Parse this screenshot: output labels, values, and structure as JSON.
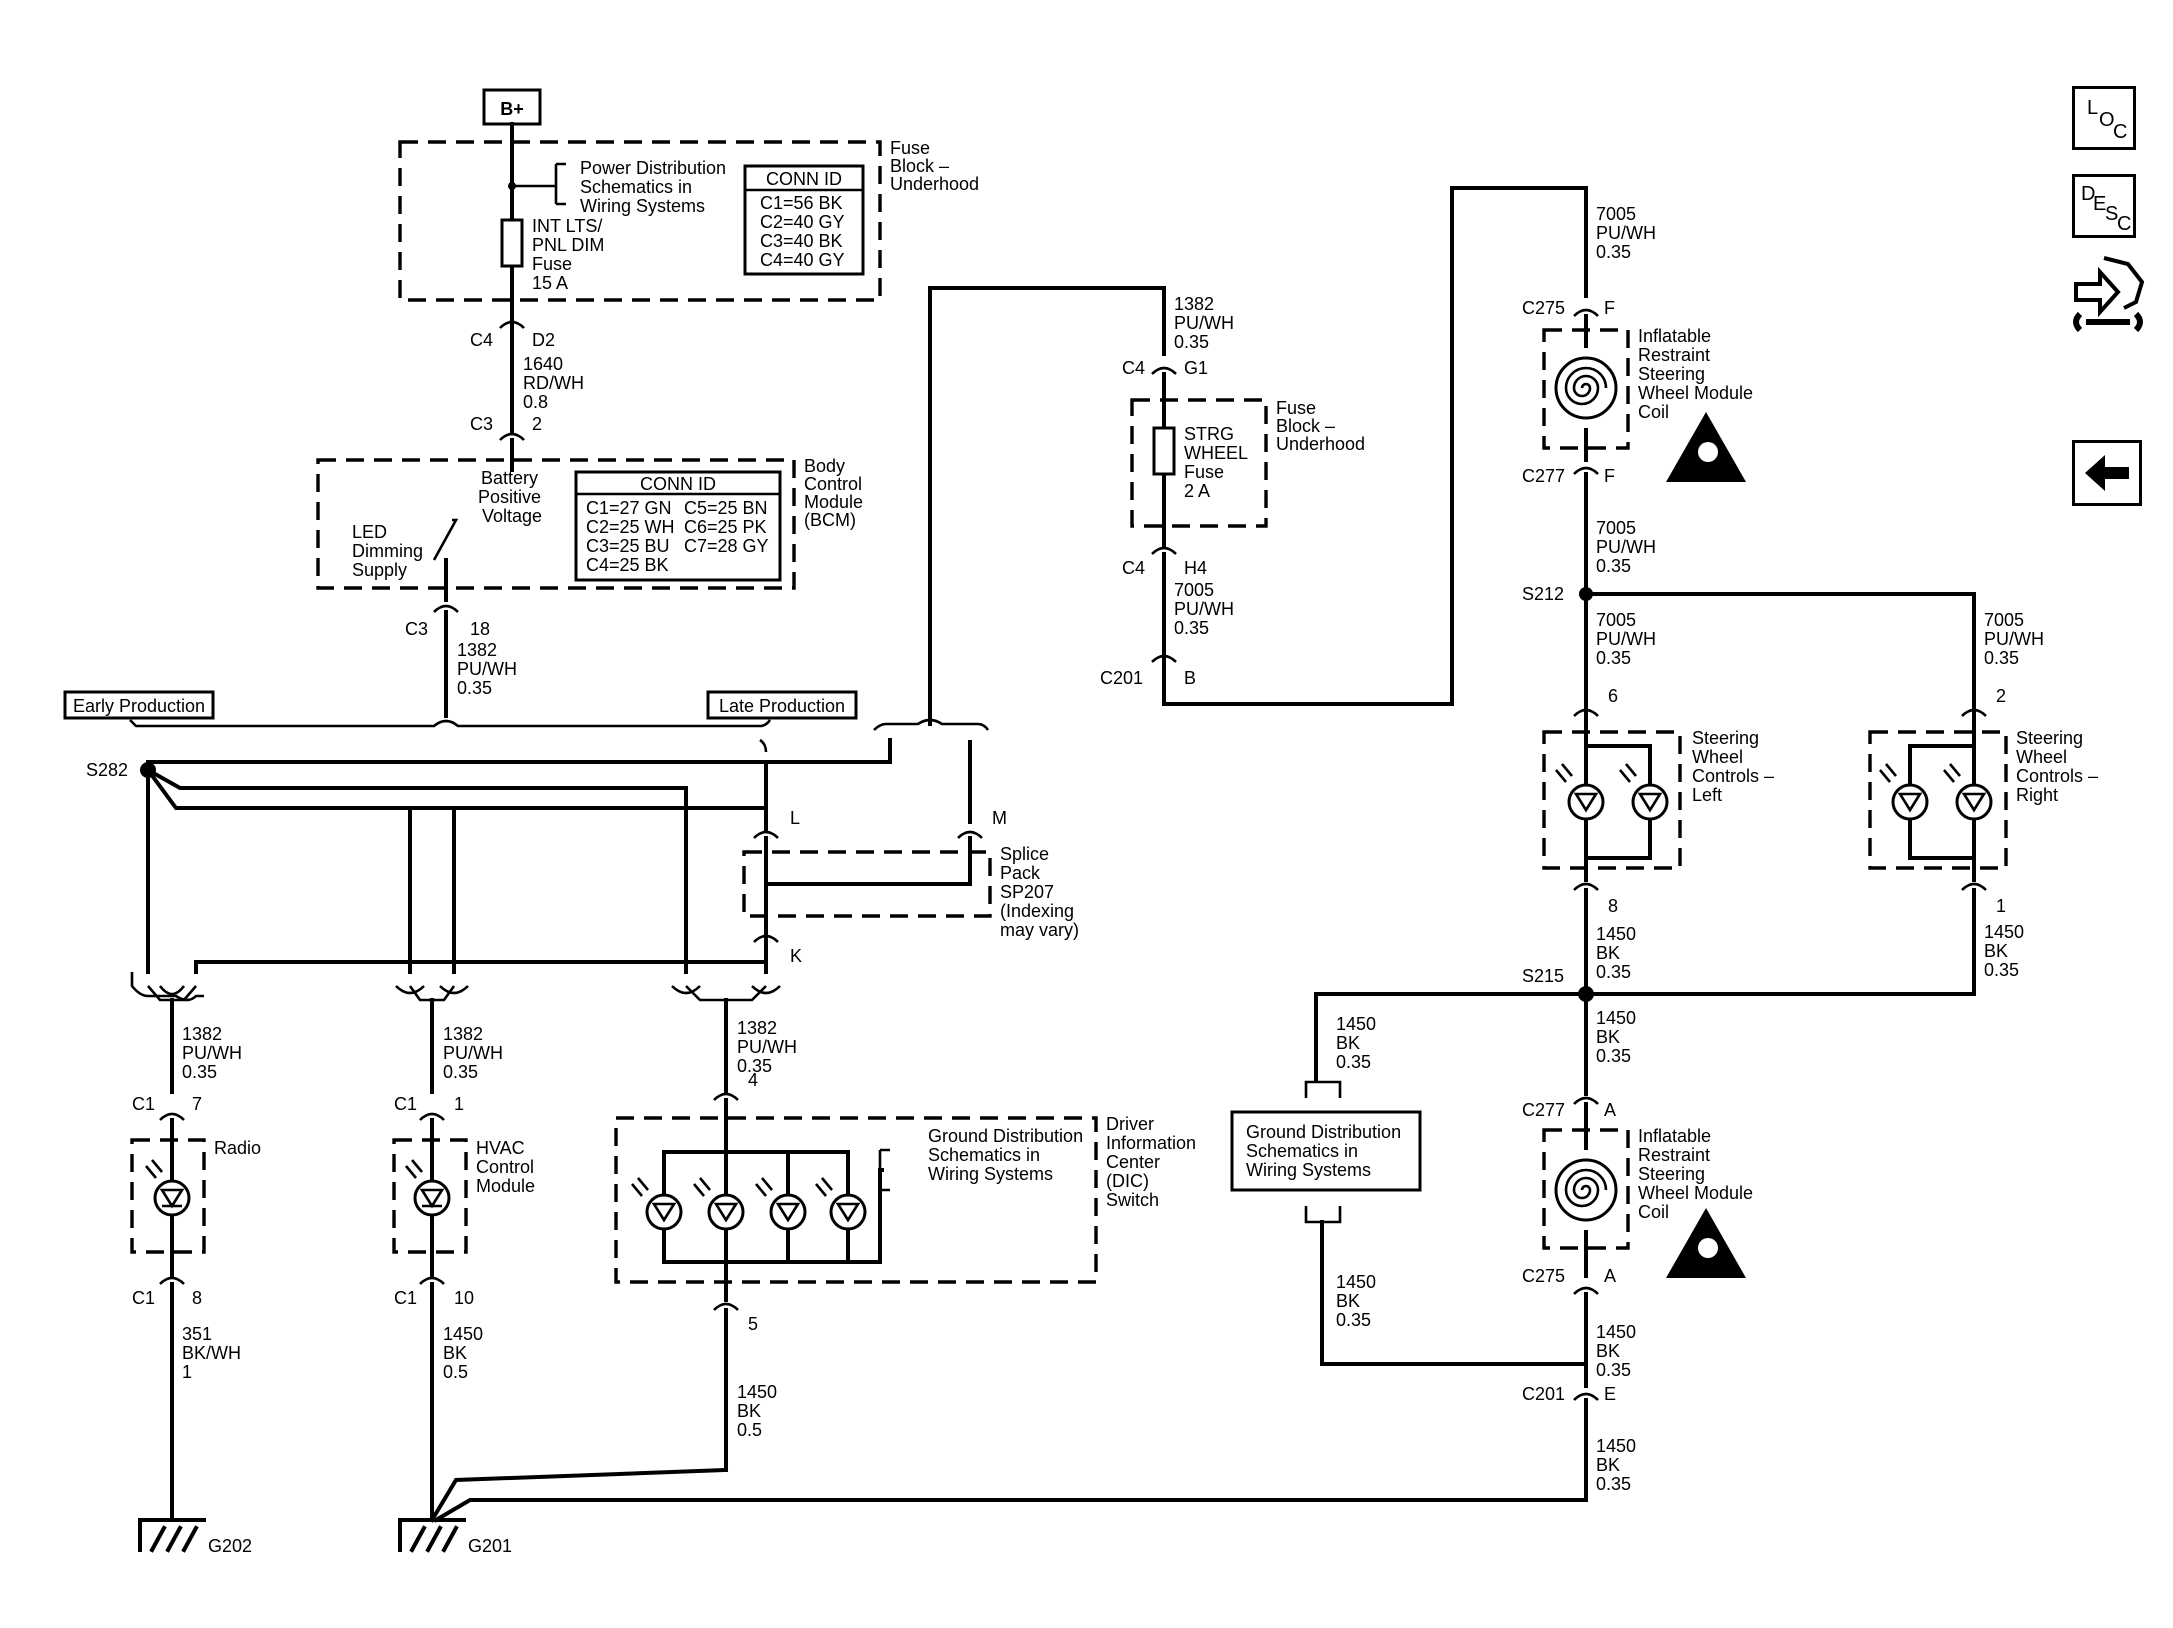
{
  "power": {
    "bplus": "B+"
  },
  "fuse_block_top": {
    "title": [
      "Fuse",
      "Block –",
      "Underhood"
    ],
    "ref": [
      "Power Distribution",
      "Schematics in",
      "Wiring Systems"
    ],
    "fuse": [
      "INT LTS/",
      "PNL DIM",
      "Fuse",
      "15 A"
    ],
    "conn_title": "CONN ID",
    "conn": [
      "C1=56 BK",
      "C2=40 GY",
      "C3=40 BK",
      "C4=40 GY"
    ]
  },
  "bcm": {
    "title": [
      "Body",
      "Control",
      "Module",
      "(BCM)"
    ],
    "bpv": [
      "Battery",
      "Positive",
      "Voltage"
    ],
    "led": [
      "LED",
      "Dimming",
      "Supply"
    ],
    "conn_title": "CONN ID",
    "conn_left": [
      "C1=27 GN",
      "C2=25 WH",
      "C3=25 BU",
      "C4=25 BK"
    ],
    "conn_right": [
      "C5=25 BN",
      "C6=25 PK",
      "C7=28 GY"
    ]
  },
  "labels": {
    "c4": "C4",
    "d2": "D2",
    "c3": "C3",
    "pin2": "2",
    "pin18": "18",
    "c3b": "C3",
    "w1640": [
      "1640",
      "RD/WH",
      "0.8"
    ],
    "w1382a": [
      "1382",
      "PU/WH",
      "0.35"
    ],
    "early": "Early Production",
    "late": "Late Production",
    "s282": "S282",
    "L": "L",
    "M": "M",
    "K": "K",
    "splice": [
      "Splice",
      "Pack",
      "SP207",
      "(Indexing",
      "may vary)"
    ],
    "w1382_radio": [
      "1382",
      "PU/WH",
      "0.35"
    ],
    "w1382_hvac": [
      "1382",
      "PU/WH",
      "0.35"
    ],
    "w1382_dic": [
      "1382",
      "PU/WH",
      "0.35"
    ],
    "c1_7": "C1",
    "p7": "7",
    "c1_8": "C1",
    "p8": "8",
    "c1_1": "C1",
    "p1": "1",
    "c1_10": "C1",
    "p10": "10",
    "p4": "4",
    "p5": "5",
    "radio": "Radio",
    "hvac": [
      "HVAC",
      "Control",
      "Module"
    ],
    "dic": [
      "Driver",
      "Information",
      "Center",
      "(DIC)",
      "Switch"
    ],
    "dic_ref": [
      "Ground Distribution",
      "Schematics in",
      "Wiring Systems"
    ],
    "w351": [
      "351",
      "BK/WH",
      "1"
    ],
    "w1450_hvac": [
      "1450",
      "BK",
      "0.5"
    ],
    "w1450_dic": [
      "1450",
      "BK",
      "0.5"
    ],
    "g202": "G202",
    "g201": "G201"
  },
  "strg_fuse": {
    "c4a": "C4",
    "g1": "G1",
    "c4b": "C4",
    "h4": "H4",
    "w1382": [
      "1382",
      "PU/WH",
      "0.35"
    ],
    "fuse": [
      "STRG",
      "WHEEL",
      "Fuse",
      "2 A"
    ],
    "title": [
      "Fuse",
      "Block –",
      "Underhood"
    ],
    "w7005": [
      "7005",
      "PU/WH",
      "0.35"
    ],
    "c201": "C201",
    "b": "B"
  },
  "right": {
    "w7005_top": [
      "7005",
      "PU/WH",
      "0.35"
    ],
    "c275f": "C275",
    "f1": "F",
    "c277f": "C277",
    "f2": "F",
    "coil": [
      "Inflatable",
      "Restraint",
      "Steering",
      "Wheel Module",
      "Coil"
    ],
    "w7005_mid": [
      "7005",
      "PU/WH",
      "0.35"
    ],
    "s212": "S212",
    "w7005_l": [
      "7005",
      "PU/WH",
      "0.35"
    ],
    "w7005_r": [
      "7005",
      "PU/WH",
      "0.35"
    ],
    "p6": "6",
    "p2": "2",
    "p8": "8",
    "p1": "1",
    "swc_left": [
      "Steering",
      "Wheel",
      "Controls –",
      "Left"
    ],
    "swc_right": [
      "Steering",
      "Wheel",
      "Controls –",
      "Right"
    ],
    "w1450_l": [
      "1450",
      "BK",
      "0.35"
    ],
    "w1450_r": [
      "1450",
      "BK",
      "0.35"
    ],
    "s215": "S215",
    "w1450_gd1": [
      "1450",
      "BK",
      "0.35"
    ],
    "w1450_gd2": [
      "1450",
      "BK",
      "0.35"
    ],
    "gd_box": [
      "Ground Distribution",
      "Schematics in",
      "Wiring Systems"
    ],
    "w1450_c": [
      "1450",
      "BK",
      "0.35"
    ],
    "c277a": "C277",
    "a1": "A",
    "c275a": "C275",
    "a2": "A",
    "coil2": [
      "Inflatable",
      "Restraint",
      "Steering",
      "Wheel Module",
      "Coil"
    ],
    "w1450_d": [
      "1450",
      "BK",
      "0.35"
    ],
    "c201e": "C201",
    "e": "E",
    "w1450_e": [
      "1450",
      "BK",
      "0.35"
    ]
  },
  "nav": {
    "loc": [
      "L",
      "O",
      "C"
    ],
    "desc": [
      "D",
      "E",
      "S",
      "C"
    ]
  }
}
